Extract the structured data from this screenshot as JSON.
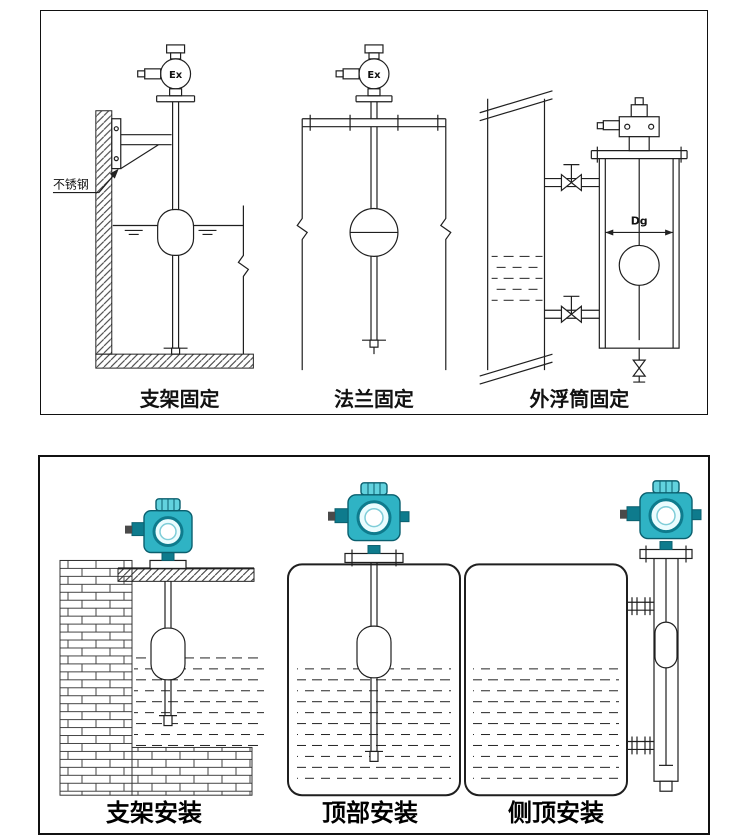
{
  "top_panel": {
    "diagrams": [
      {
        "caption": "支架固定",
        "labels": {
          "ex": "Ex",
          "stainless": "不锈钢"
        }
      },
      {
        "caption": "法兰固定",
        "labels": {
          "ex": "Ex"
        }
      },
      {
        "caption": "外浮筒固定",
        "labels": {
          "dg": "Dg"
        }
      }
    ]
  },
  "bottom_panel": {
    "diagrams": [
      {
        "caption": "支架安装"
      },
      {
        "caption": "顶部安装"
      },
      {
        "caption": "侧顶安装"
      }
    ]
  },
  "colors": {
    "line": "#1f1f1f",
    "teal": "#2fb3c4",
    "teal_light": "#62d2de",
    "teal_dark": "#0e7b8d",
    "display_face": "#eafcfe"
  }
}
